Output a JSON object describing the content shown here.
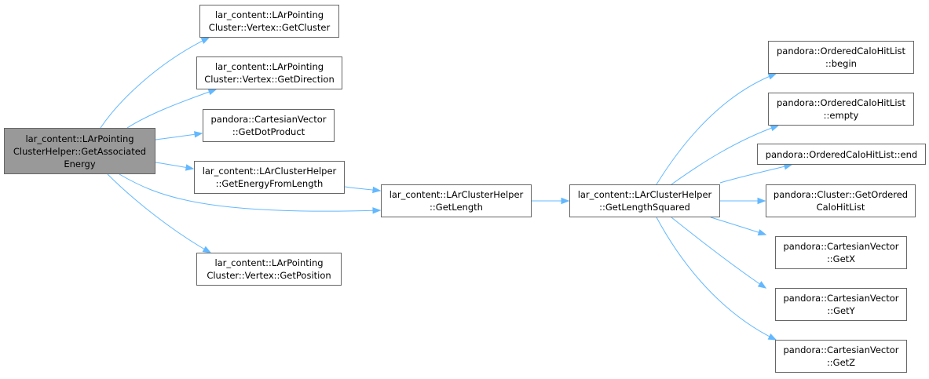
{
  "colors": {
    "edge": "#63b8ff",
    "node_border": "#666666",
    "root_fill": "#999999"
  },
  "nodes": {
    "root": {
      "lines": [
        "lar_content::LArPointing",
        "ClusterHelper::GetAssociated",
        "Energy"
      ]
    },
    "getCluster": {
      "lines": [
        "lar_content::LArPointing",
        "Cluster::Vertex::GetCluster"
      ]
    },
    "getDirection": {
      "lines": [
        "lar_content::LArPointing",
        "Cluster::Vertex::GetDirection"
      ]
    },
    "getDotProduct": {
      "lines": [
        "pandora::CartesianVector",
        "::GetDotProduct"
      ]
    },
    "getEnergyFromLength": {
      "lines": [
        "lar_content::LArClusterHelper",
        "::GetEnergyFromLength"
      ]
    },
    "getPosition": {
      "lines": [
        "lar_content::LArPointing",
        "Cluster::Vertex::GetPosition"
      ]
    },
    "getLength": {
      "lines": [
        "lar_content::LArClusterHelper",
        "::GetLength"
      ]
    },
    "getLengthSquared": {
      "lines": [
        "lar_content::LArClusterHelper",
        "::GetLengthSquared"
      ]
    },
    "begin": {
      "lines": [
        "pandora::OrderedCaloHitList",
        "::begin"
      ]
    },
    "empty": {
      "lines": [
        "pandora::OrderedCaloHitList",
        "::empty"
      ]
    },
    "end": {
      "lines": [
        "pandora::OrderedCaloHitList::end"
      ]
    },
    "getOrderedCaloHitList": {
      "lines": [
        "pandora::Cluster::GetOrdered",
        "CaloHitList"
      ]
    },
    "getX": {
      "lines": [
        "pandora::CartesianVector",
        "::GetX"
      ]
    },
    "getY": {
      "lines": [
        "pandora::CartesianVector",
        "::GetY"
      ]
    },
    "getZ": {
      "lines": [
        "pandora::CartesianVector",
        "::GetZ"
      ]
    }
  },
  "edges": [
    [
      "root",
      "getCluster"
    ],
    [
      "root",
      "getDirection"
    ],
    [
      "root",
      "getDotProduct"
    ],
    [
      "root",
      "getEnergyFromLength"
    ],
    [
      "root",
      "getLength"
    ],
    [
      "root",
      "getPosition"
    ],
    [
      "getEnergyFromLength",
      "getLength"
    ],
    [
      "getLength",
      "getLengthSquared"
    ],
    [
      "getLengthSquared",
      "begin"
    ],
    [
      "getLengthSquared",
      "empty"
    ],
    [
      "getLengthSquared",
      "end"
    ],
    [
      "getLengthSquared",
      "getOrderedCaloHitList"
    ],
    [
      "getLengthSquared",
      "getX"
    ],
    [
      "getLengthSquared",
      "getY"
    ],
    [
      "getLengthSquared",
      "getZ"
    ]
  ]
}
